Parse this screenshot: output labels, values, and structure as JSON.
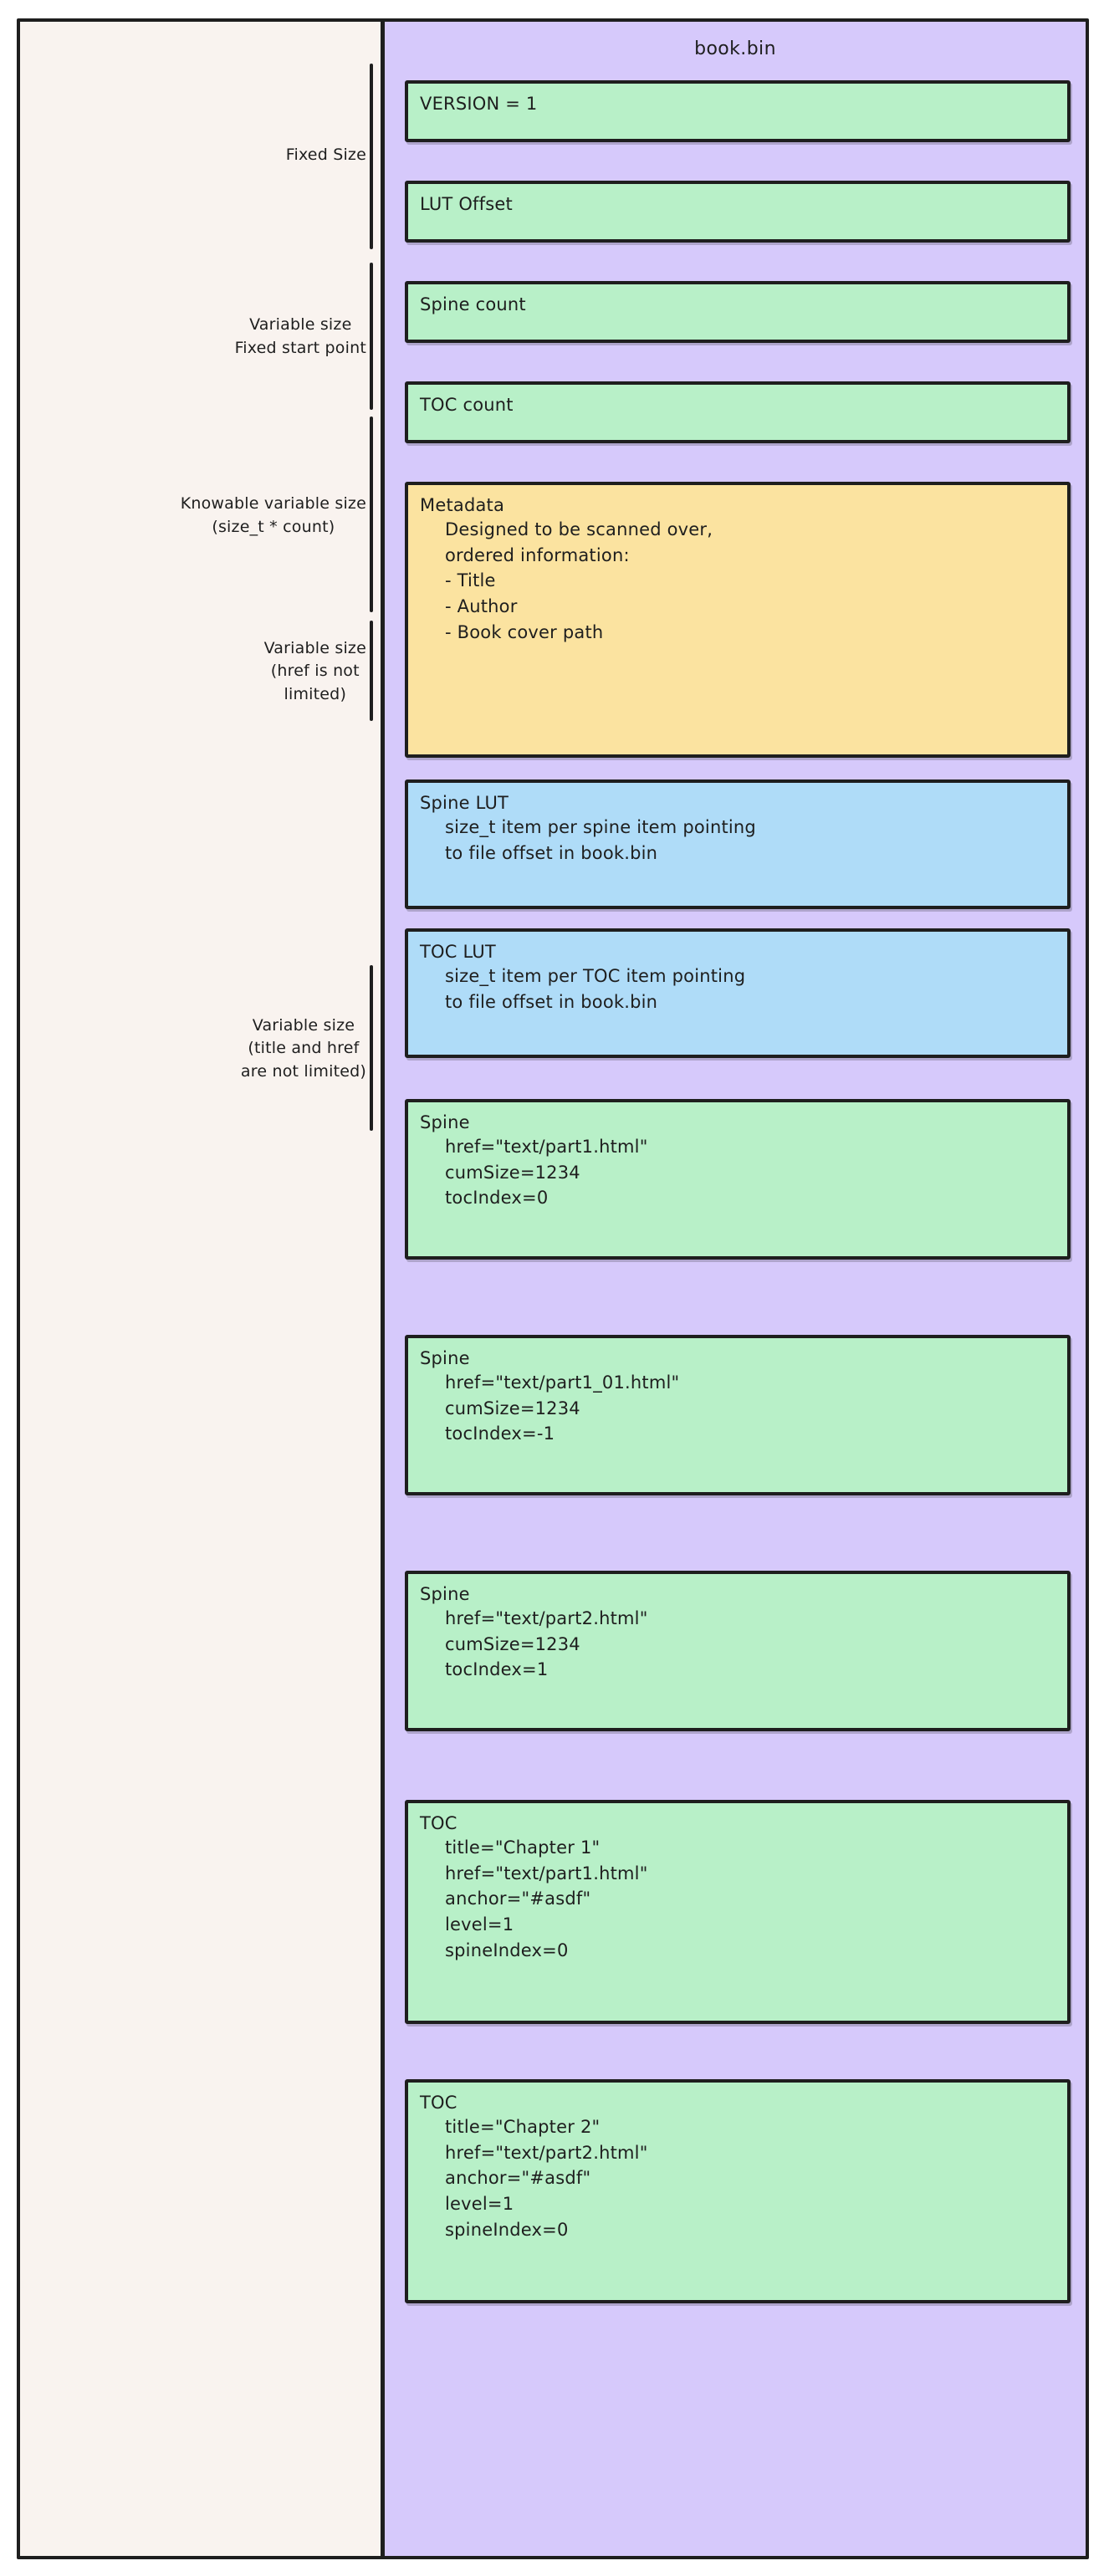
{
  "colors": {
    "canvas": "#ffffff",
    "legend_panel": "#f9f3ef",
    "content_panel": "#d6c9fb",
    "stroke": "#1e1e1e",
    "box_green": "#b8f0c8",
    "box_yellow": "#fbe3a0",
    "box_blue": "#afdcf8"
  },
  "content": {
    "file_title": "book.bin"
  },
  "legend": {
    "groups": [
      {
        "id": "fixed-size",
        "label": "Fixed Size"
      },
      {
        "id": "variable-fixed-start",
        "label": "Variable size\nFixed start point"
      },
      {
        "id": "knowable-variable",
        "label": "Knowable variable size\n(size_t * count)"
      },
      {
        "id": "variable-href",
        "label": "Variable size\n(href is not\nlimited)"
      },
      {
        "id": "variable-title-href",
        "label": "Variable size\n(title and href\nare not limited)"
      }
    ]
  },
  "records": [
    {
      "id": "version",
      "kind": "green",
      "title": "VERSION = 1",
      "body": ""
    },
    {
      "id": "lut-offset",
      "kind": "green",
      "title": "LUT Offset",
      "body": ""
    },
    {
      "id": "spine-count",
      "kind": "green",
      "title": "Spine count",
      "body": ""
    },
    {
      "id": "toc-count",
      "kind": "green",
      "title": "TOC count",
      "body": ""
    },
    {
      "id": "metadata",
      "kind": "yellow",
      "title": "Metadata",
      "body": "Designed to be scanned over,\nordered information:",
      "sublist": "   - Title\n   - Author\n   - Book cover path"
    },
    {
      "id": "spine-lut",
      "kind": "blue",
      "title": "Spine LUT",
      "body": "size_t item per spine item pointing\nto file offset in book.bin"
    },
    {
      "id": "toc-lut",
      "kind": "blue",
      "title": "TOC LUT",
      "body": "size_t item per TOC item pointing\nto file offset in book.bin"
    },
    {
      "id": "spine-1",
      "kind": "green",
      "title": "Spine",
      "body": "href=\"text/part1.html\"\ncumSize=1234\ntocIndex=0"
    },
    {
      "id": "spine-2",
      "kind": "green",
      "title": "Spine",
      "body": "href=\"text/part1_01.html\"\ncumSize=1234\ntocIndex=-1"
    },
    {
      "id": "spine-3",
      "kind": "green",
      "title": "Spine",
      "body": "href=\"text/part2.html\"\ncumSize=1234\ntocIndex=1"
    },
    {
      "id": "toc-1",
      "kind": "green",
      "title": "TOC",
      "body": "title=\"Chapter 1\"\nhref=\"text/part1.html\"\nanchor=\"#asdf\"\nlevel=1\nspineIndex=0"
    },
    {
      "id": "toc-2",
      "kind": "green",
      "title": "TOC",
      "body": "title=\"Chapter 2\"\nhref=\"text/part2.html\"\nanchor=\"#asdf\"\nlevel=1\nspineIndex=0"
    }
  ]
}
